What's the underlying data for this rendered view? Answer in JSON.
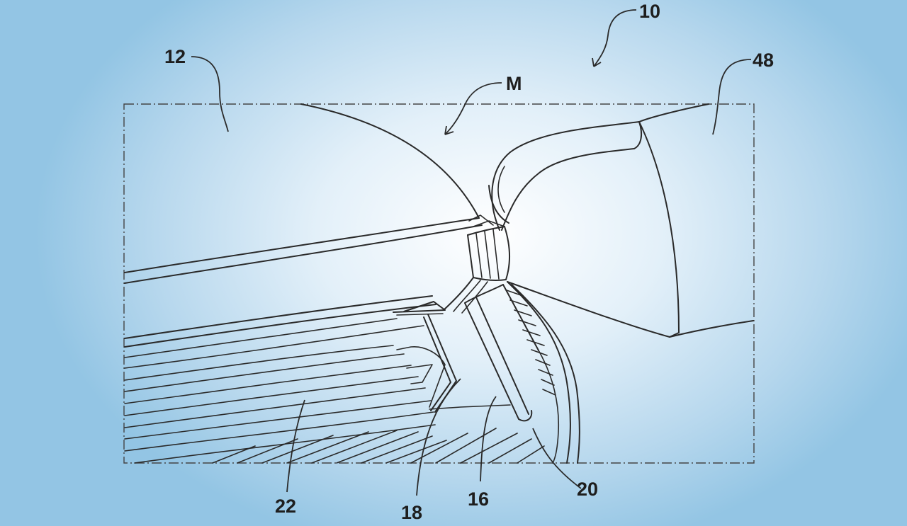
{
  "figure": {
    "labels": {
      "assembly": "10",
      "panel": "12",
      "mechanism": "M",
      "pillar": "48",
      "tray": "22",
      "bracket": "18",
      "handle": "16",
      "hinge": "20"
    }
  }
}
